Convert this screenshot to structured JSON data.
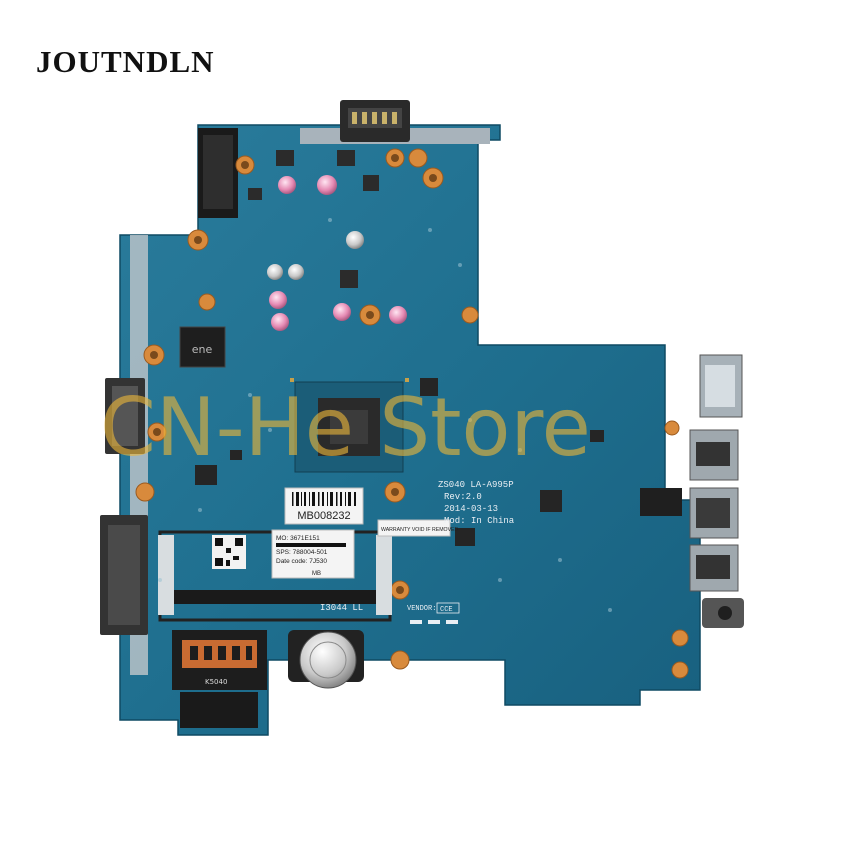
{
  "brand": {
    "title": "JOUTNDLN"
  },
  "watermark": {
    "text": "CN-He Store",
    "color": "#e8b53a"
  },
  "board": {
    "color": "#1f6f8f",
    "silkscreen_lines": [
      "ZS040 LA-A995P",
      "Rev:2.0",
      "2014-03-13",
      "Mod: In China"
    ],
    "vendor_text": "VENDOR:",
    "vendor_code": "CCE",
    "dimm_code": "I3044 LL",
    "chip_text": "ene",
    "socket_text": "K5040",
    "sticker_barcode": "MB008232",
    "label_lines": [
      "MO: 3671E151",
      "SPS: 788004-501",
      "Date code: 7J530"
    ],
    "label_footer": "MB",
    "warranty_text": "WARRANTY VOID IF REMOVED"
  }
}
